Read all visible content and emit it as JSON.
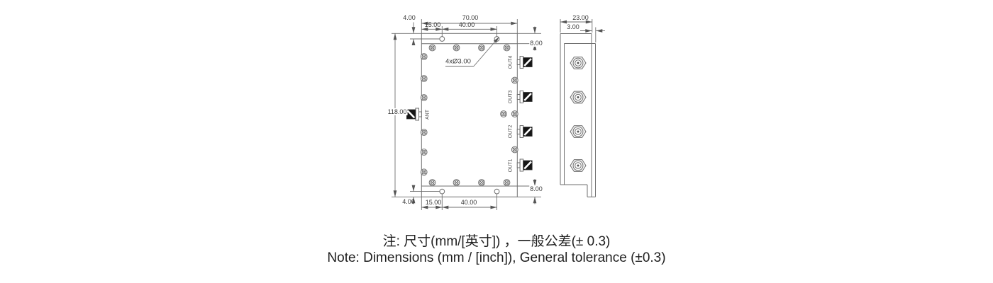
{
  "front_view": {
    "dims": {
      "top_offset": "4.00",
      "width": "70.00",
      "hole_inset_top": "15.00",
      "hole_spacing_top": "40.00",
      "flange_top": "8.00",
      "height": "118.00",
      "hole_callout": "4xØ3.00",
      "flange_bottom": "8.00",
      "bottom_offset": "4.00",
      "hole_inset_bottom": "15.00",
      "hole_spacing_bottom": "40.00"
    },
    "ports": {
      "input": "ANT",
      "outputs": [
        "OUT4",
        "OUT3",
        "OUT2",
        "OUT1"
      ]
    }
  },
  "side_view": {
    "dims": {
      "depth": "23.00",
      "step": "3.00"
    }
  },
  "notes": {
    "zh": "注: 尺寸(mm/[英寸]) ，一般公差(± 0.3)",
    "en": "Note: Dimensions (mm / [inch]), General tolerance (±0.3)"
  },
  "colors": {
    "line": "#6f6f6f",
    "dim_text": "#3a3a3a",
    "connector_fill": "#161616",
    "note_text": "#1f1f1f"
  }
}
